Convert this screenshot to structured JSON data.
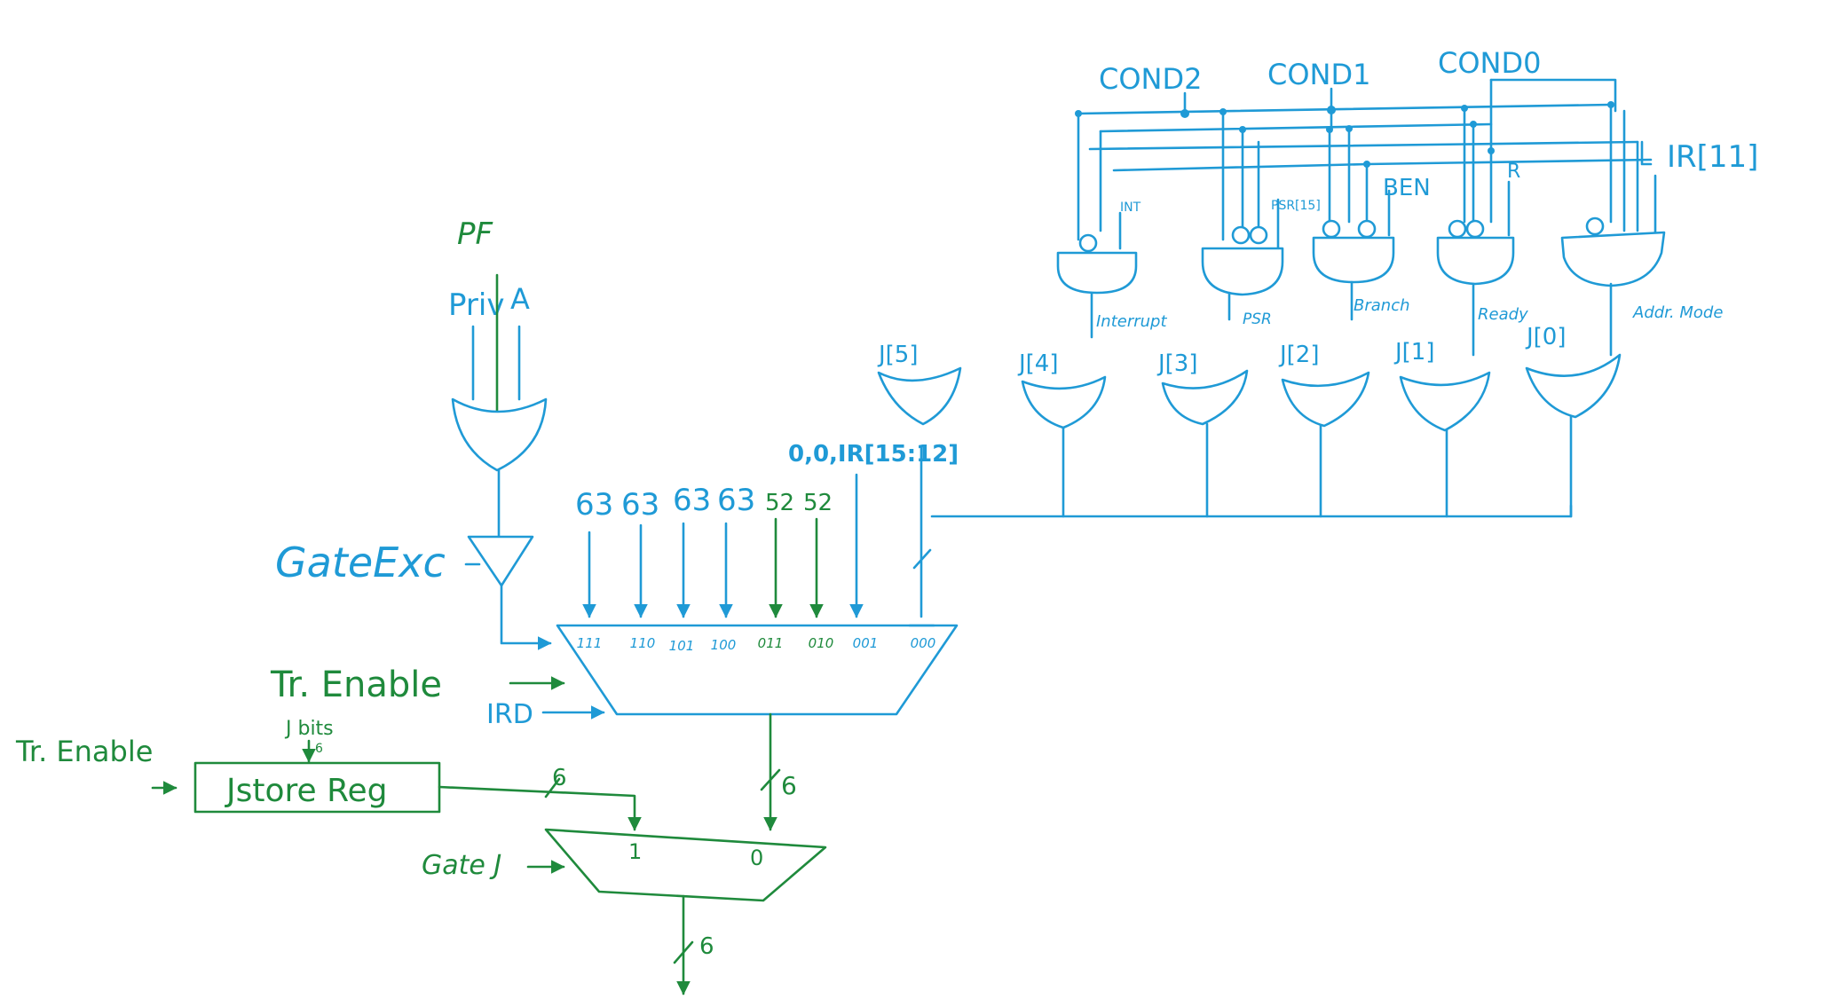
{
  "colors": {
    "blue": "#1f9ad6",
    "green": "#1f8a3c"
  },
  "labels": {
    "pf": "PF",
    "priv": "Priv",
    "a": "A",
    "gate_exc": "GateExc",
    "tr_enable_mux": "Tr. Enable",
    "ird": "IRD",
    "tr_enable_reg": "Tr. Enable",
    "jstore_reg": "Jstore Reg",
    "j_bits": "J bits",
    "j_bits_width": "6",
    "gate_j": "Gate J",
    "width_reg_to_mux2": "6",
    "width_mux_out": "6",
    "width_final": "6",
    "ir_field": "0,0,IR[15:12]"
  },
  "mux_inputs": [
    {
      "value": "63",
      "select": "111"
    },
    {
      "value": "63",
      "select": "110"
    },
    {
      "value": "63",
      "select": "101"
    },
    {
      "value": "63",
      "select": "100"
    },
    {
      "value": "52",
      "select": "011"
    },
    {
      "value": "52",
      "select": "010"
    },
    {
      "value": "",
      "select": "001"
    },
    {
      "value": "",
      "select": "000"
    }
  ],
  "mux2_inputs": [
    "1",
    "0"
  ],
  "cond_signals": [
    "COND2",
    "COND1",
    "COND0"
  ],
  "ir11": "IR[11]",
  "and_gate_labels": {
    "int": "INT",
    "psr15": "PSR[15]",
    "ben": "BEN",
    "r": "R"
  },
  "and_outputs": [
    "Interrupt",
    "PSR",
    "Branch",
    "Ready",
    "Addr. Mode"
  ],
  "or_gate_labels": [
    "J[5]",
    "J[4]",
    "J[3]",
    "J[2]",
    "J[1]",
    "J[0]"
  ]
}
